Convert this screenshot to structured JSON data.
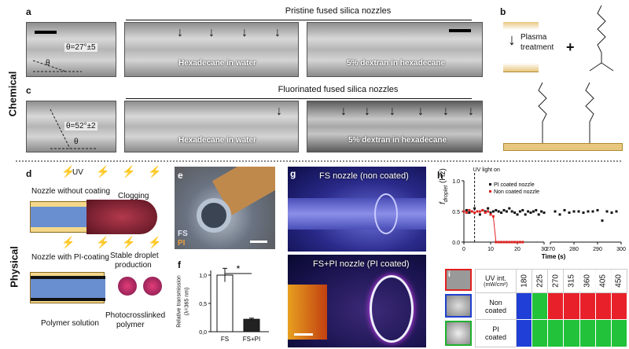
{
  "side_labels": {
    "chemical": "Chemical",
    "physical": "Physical"
  },
  "panels": {
    "a": {
      "label": "a",
      "title": "Pristine fused silica nozzles",
      "angle": "θ=27°±5",
      "theta": "θ",
      "text1": "Hexadecane in water",
      "text2": "5% dextran in hexadecane"
    },
    "b": {
      "label": "b",
      "plasma": "Plasma",
      "treatment": "treatment",
      "plus": "+"
    },
    "c": {
      "label": "c",
      "title": "Fluorinated fused silica nozzles",
      "angle": "θ=52°±2",
      "theta": "θ",
      "text1": "Hexadecane in water",
      "text2": "5% dextran in hexadecane"
    },
    "d": {
      "label": "d",
      "uv": "UV",
      "nozzle_without": "Nozzle without coating",
      "clogging": "Clogging",
      "nozzle_with": "Nozzle with PI-coating",
      "stable": "Stable droplet",
      "production": "production",
      "polymer_solution": "Polymer solution",
      "photo1": "Photocrosslinked",
      "photo2": "polymer"
    },
    "e": {
      "label": "e",
      "fs": "FS",
      "pi": "PI"
    },
    "f": {
      "label": "f",
      "ylabel": "Relative transmission",
      "ylabel2": "(λ=365 nm)",
      "star": "*"
    },
    "g": {
      "label": "g",
      "top": "FS nozzle (non coated)",
      "bottom": "FS+PI nozzle (PI coated)"
    },
    "h": {
      "label": "h",
      "uv_on": "UV light on",
      "legend1": "PI coated nozzle",
      "legend2": "Non coated nozzle",
      "ylabel": "f",
      "ylabel_sub": "droplet",
      "yunit": "(Hz)",
      "xlabel": "Time (s)"
    },
    "i": {
      "label": "i",
      "header": "UV int.",
      "header_unit": "(mW/cm²)",
      "row1a": "Non",
      "row1b": "coated",
      "row2a": "PI",
      "row2b": "coated"
    }
  },
  "chart_data": [
    {
      "type": "bar",
      "panel": "f",
      "categories": [
        "FS",
        "FS+PI"
      ],
      "values": [
        1.0,
        0.22
      ],
      "errors": [
        0.12,
        0.02
      ],
      "ylabel": "Relative transmission (λ=365 nm)",
      "ylim": [
        0,
        1.0
      ],
      "yticks": [
        "0,0",
        "0,5",
        "1,0"
      ],
      "significance": "*"
    },
    {
      "type": "scatter",
      "panel": "h",
      "xlabel": "Time (s)",
      "ylabel": "f droplet (Hz)",
      "ylim": [
        0,
        1.0
      ],
      "yticks": [
        "0.0",
        "0.5",
        "1.0"
      ],
      "xticks_left": [
        "0",
        "10",
        "20",
        "30"
      ],
      "xticks_right": [
        "270",
        "280",
        "290",
        "300"
      ],
      "uv_on_time": 4,
      "series": [
        {
          "name": "PI coated nozzle",
          "color": "#111111",
          "x": [
            0,
            1,
            2,
            3,
            4,
            5,
            6,
            7,
            8,
            9,
            10,
            11,
            12,
            13,
            14,
            15,
            16,
            17,
            18,
            19,
            20,
            21,
            22,
            23,
            24,
            25,
            26,
            27,
            28,
            29,
            30,
            272,
            274,
            276,
            278,
            280,
            282,
            284,
            286,
            288,
            290,
            292,
            294,
            296,
            298
          ],
          "y": [
            0.5,
            0.52,
            0.48,
            0.5,
            0.55,
            0.5,
            0.45,
            0.52,
            0.5,
            0.55,
            0.48,
            0.5,
            0.52,
            0.5,
            0.48,
            0.52,
            0.5,
            0.55,
            0.5,
            0.48,
            0.45,
            0.5,
            0.52,
            0.45,
            0.5,
            0.48,
            0.5,
            0.52,
            0.45,
            0.5,
            0.48,
            0.5,
            0.45,
            0.52,
            0.48,
            0.5,
            0.5,
            0.48,
            0.5,
            0.5,
            0.52,
            0.35,
            0.5,
            0.48,
            0.5
          ]
        },
        {
          "name": "Non coated nozzle",
          "color": "#e02020",
          "x": [
            0,
            1,
            2,
            3,
            4,
            5,
            6,
            7,
            8,
            9,
            10,
            11,
            12,
            13,
            14,
            15,
            16,
            17,
            18,
            19,
            20,
            21,
            22
          ],
          "y": [
            0.5,
            0.48,
            0.52,
            0.5,
            0.48,
            0.5,
            0.5,
            0.52,
            0.48,
            0.5,
            0.45,
            0.42,
            0.0,
            0.0,
            0.0,
            0.0,
            0.0,
            0.0,
            0.0,
            0.0,
            0.0,
            0.0,
            0.0
          ]
        }
      ]
    },
    {
      "type": "table",
      "panel": "i",
      "columns": [
        "180",
        "225",
        "270",
        "315",
        "360",
        "405",
        "450"
      ],
      "rows": [
        {
          "name": "Non coated",
          "cells": [
            "#1f3fd6",
            "#22c23a",
            "#e8202a",
            "#e8202a",
            "#e8202a",
            "#e8202a",
            "#e8202a"
          ]
        },
        {
          "name": "PI coated",
          "cells": [
            "#1f3fd6",
            "#22c23a",
            "#22c23a",
            "#22c23a",
            "#22c23a",
            "#22c23a",
            "#22c23a"
          ]
        }
      ]
    }
  ]
}
